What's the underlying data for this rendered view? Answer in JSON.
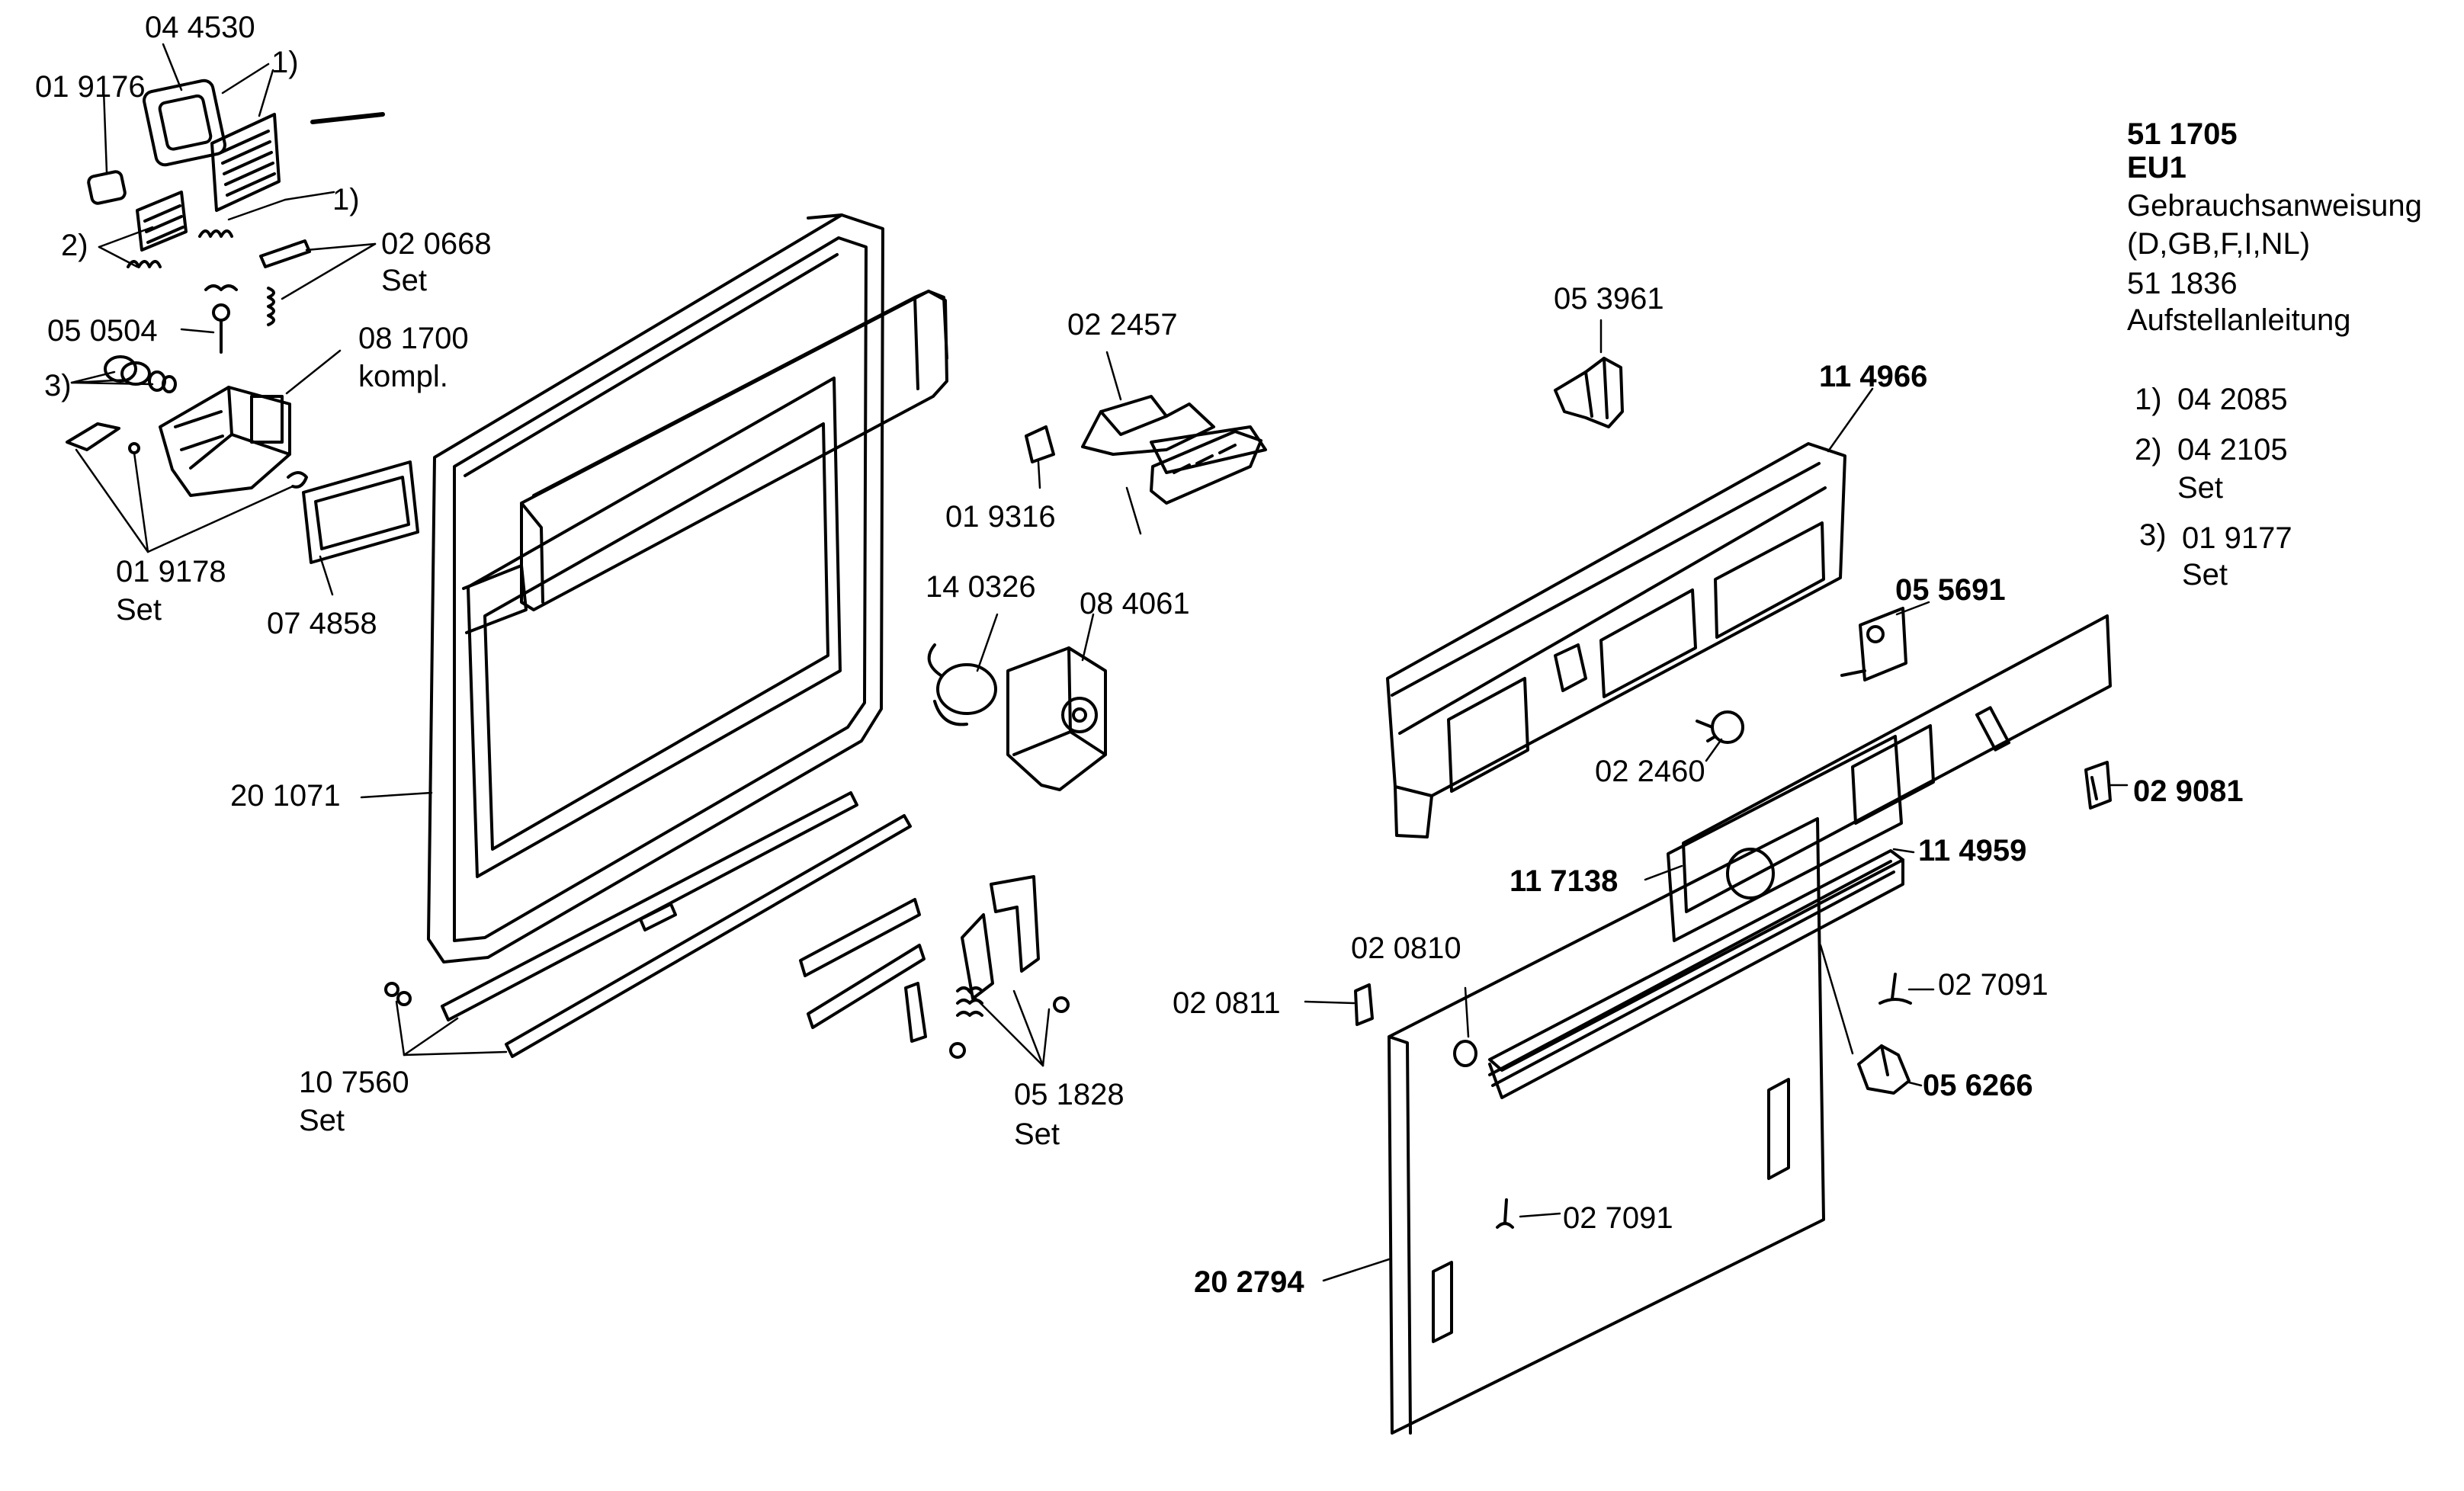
{
  "header": {
    "model": "51 1705",
    "variant": "EU1",
    "manual_label": "Gebrauchsanweisung",
    "manual_languages": "(D,GB,F,I,NL)",
    "install_number": "51 1836",
    "install_label": "Aufstellanleitung"
  },
  "footnotes": [
    {
      "marker": "1)",
      "part": "04 2085",
      "suffix": ""
    },
    {
      "marker": "2)",
      "part": "04 2105",
      "suffix": "Set"
    },
    {
      "marker": "3)",
      "part": "01 9177",
      "suffix": "Set"
    }
  ],
  "labels": {
    "p044530": "04 4530",
    "p019176": "01 9176",
    "fn1a": "1)",
    "fn1b": "1)",
    "fn2": "2)",
    "fn3": "3)",
    "p020668": "02 0668",
    "p020668_set": "Set",
    "p050504": "05 0504",
    "p081700": "08 1700",
    "p081700_kompl": "kompl.",
    "p019178": "01 9178",
    "p019178_set": "Set",
    "p074858": "07 4858",
    "p201071": "20 1071",
    "p107560": "10 7560",
    "p107560_set": "Set",
    "p022457": "02 2457",
    "p019316": "01 9316",
    "p140326": "14 0326",
    "p084061": "08 4061",
    "p051828": "05 1828",
    "p051828_set": "Set",
    "p053961": "05 3961",
    "p114966": "11 4966",
    "p055691": "05 5691",
    "p022460": "02 2460",
    "p029081": "02 9081",
    "p117138": "11 7138",
    "p114959": "11 4959",
    "p020810": "02 0810",
    "p020811": "02 0811",
    "p027091a": "02 7091",
    "p056266": "05 6266",
    "p027091b": "02 7091",
    "p202794": "20 2794"
  }
}
